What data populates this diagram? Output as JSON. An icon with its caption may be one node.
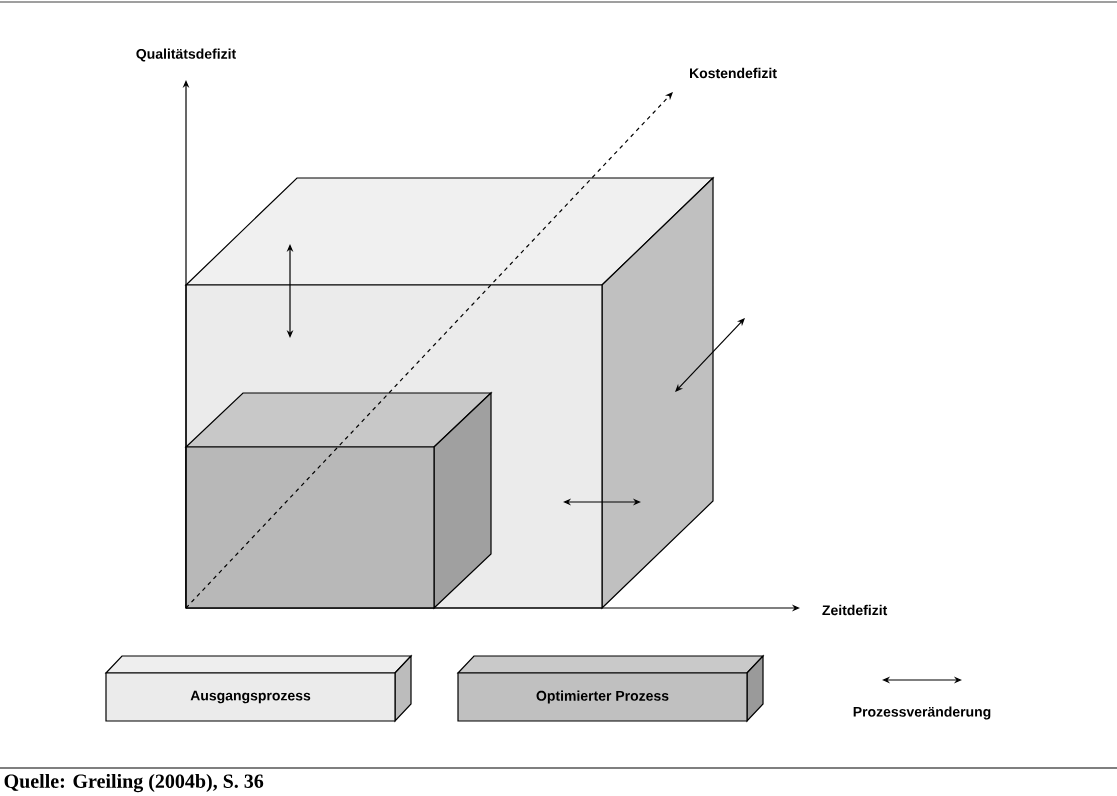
{
  "diagram": {
    "caption": "Quelle: Greiling (2004b), S. 36",
    "labels": [
      "Qualitätsdefizit",
      "Kostendefizit",
      "Zeitdefizit"
    ],
    "legend": [
      {
        "text": "Ausgangsprozess",
        "color": "#ebebeb"
      },
      {
        "text": "Optimierter Prozess",
        "color": "#c0c0c0"
      },
      {
        "text": "Prozessveränderung"
      }
    ]
  }
}
